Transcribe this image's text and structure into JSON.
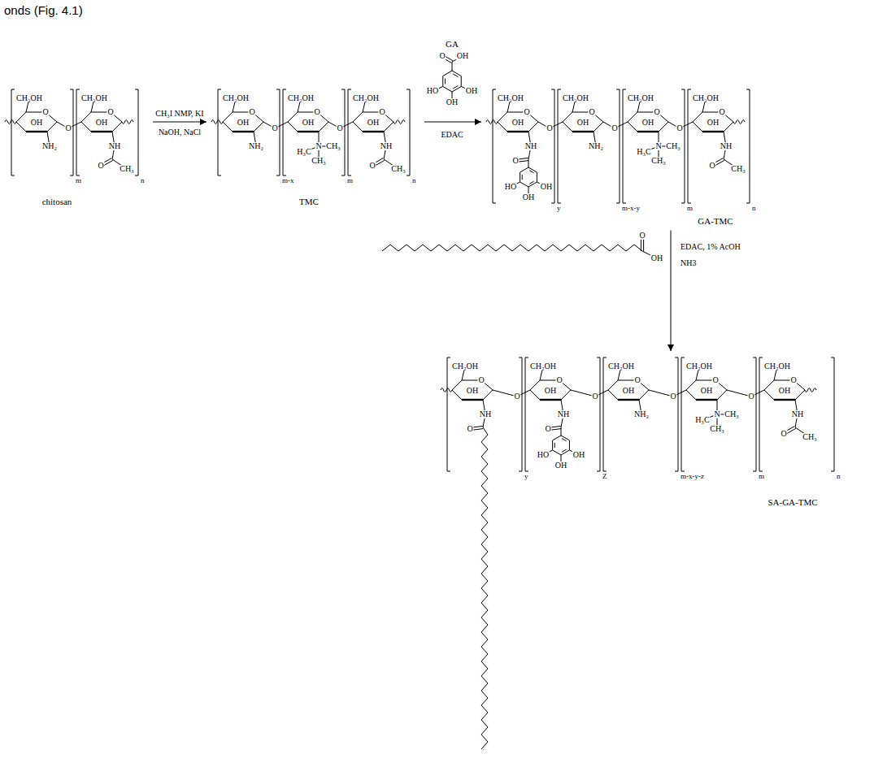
{
  "diagram": {
    "nodes": [
      {
        "text": [
          "chitosan"
        ]
      },
      {
        "text": [
          "TMC"
        ]
      },
      {
        "text": [
          "GA-TMC"
        ]
      },
      {
        "text": [
          "SA-GA-TMC"
        ]
      }
    ],
    "edges": [
      {
        "from": 0,
        "to": 1,
        "arrow": "to"
      },
      {
        "from": 1,
        "to": 2,
        "arrow": "to"
      },
      {
        "from": 2,
        "to": 3,
        "arrow": "to"
      }
    ],
    "labels": [
      "onds (Fig. 4.1)",
      "CH₂OH",
      "O",
      "OH",
      "NH₂",
      "m",
      "O",
      "CH₂OH",
      "O",
      "OH",
      "NH",
      "O",
      "CH₃",
      "n",
      "CH₂OH",
      "O",
      "OH",
      "NH₂",
      "m-x",
      "O",
      "CH₂OH",
      "O",
      "OH",
      "N",
      "H₃C",
      "CH₃",
      "CH₃",
      "m",
      "O",
      "CH₂OH",
      "O",
      "OH",
      "NH",
      "O",
      "CH₃",
      "n",
      "CH₃I NMP, KI",
      "NaOH, NaCl",
      "GA",
      "O",
      "OH",
      "HO",
      "OH",
      "OH",
      "EDAC",
      "CH₂OH",
      "O",
      "OH",
      "NH",
      "O",
      "HO",
      "OH",
      "OH",
      "y",
      "O",
      "CH₂OH",
      "O",
      "OH",
      "NH₂",
      "m-x-y",
      "O",
      "CH₂OH",
      "O",
      "OH",
      "N",
      "H₃C",
      "CH₃",
      "CH₃",
      "m",
      "O",
      "CH₂OH",
      "O",
      "OH",
      "NH",
      "O",
      "CH₃",
      "n",
      "O",
      "OH",
      "EDAC, 1% AcOH",
      "NH3",
      "CH₂OH",
      "O",
      "OH",
      "NH",
      "O",
      "y",
      "O",
      "CH₂OH",
      "O",
      "OH",
      "NH",
      "O",
      "HO",
      "OH",
      "OH",
      "Z",
      "O",
      "CH₂OH",
      "O",
      "OH",
      "NH₂",
      "m-x-y-z",
      "O",
      "CH₂OH",
      "O",
      "OH",
      "N",
      "H₃C",
      "CH₃",
      "CH₃",
      "m",
      "O",
      "CH₂OH",
      "O",
      "OH",
      "NH",
      "O",
      "CH₃",
      "n"
    ]
  }
}
